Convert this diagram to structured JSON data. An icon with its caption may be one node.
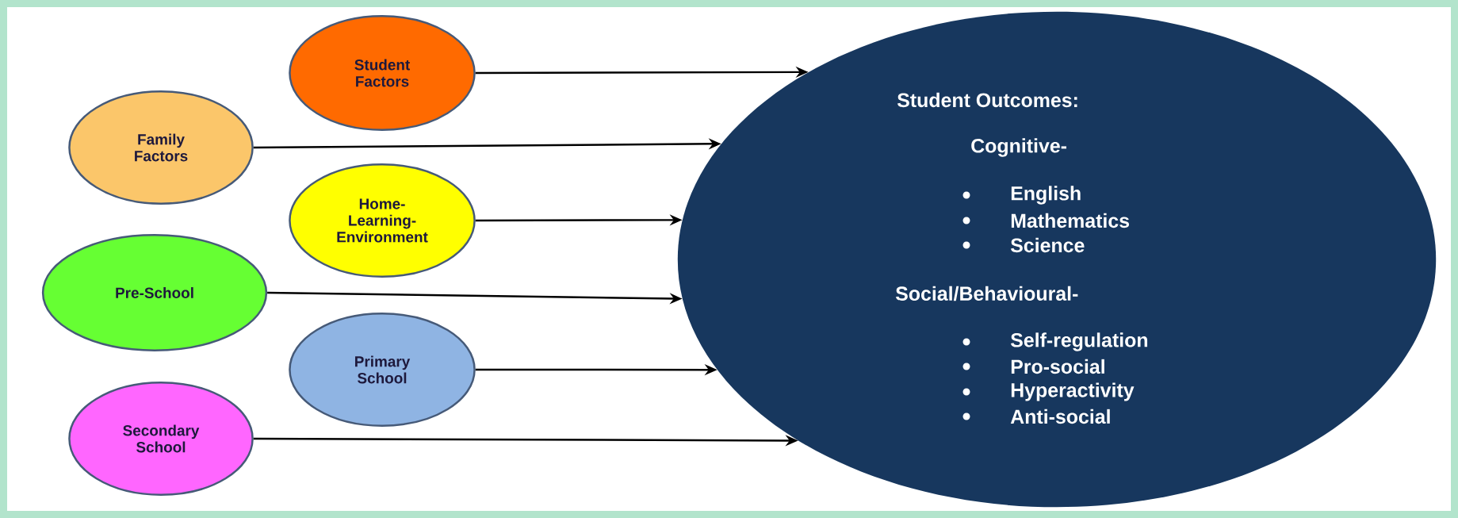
{
  "diagram": {
    "nodes": [
      {
        "text": [
          "Student Factors"
        ]
      },
      {
        "text": [
          "Family Factors"
        ]
      },
      {
        "text": [
          "Home- Learning- Environment"
        ]
      },
      {
        "text": [
          "Pre-School"
        ]
      },
      {
        "text": [
          "Primary School"
        ]
      },
      {
        "text": [
          "Secondary School"
        ]
      },
      {
        "text": [
          "Student Outcomes:",
          "Cognitive-",
          "English",
          "Mathematics",
          "Science",
          "Social/Behavioural-",
          "Self-regulation",
          "Pro-social",
          "Hyperactivity",
          "Anti-social"
        ]
      }
    ],
    "edges": [
      {
        "from": 0,
        "to": 6,
        "arrow": "to"
      },
      {
        "from": 1,
        "to": 6,
        "arrow": "to"
      },
      {
        "from": 2,
        "to": 6,
        "arrow": "to"
      },
      {
        "from": 3,
        "to": 6,
        "arrow": "to"
      },
      {
        "from": 4,
        "to": 6,
        "arrow": "to"
      },
      {
        "from": 5,
        "to": 6,
        "arrow": "to"
      }
    ]
  }
}
